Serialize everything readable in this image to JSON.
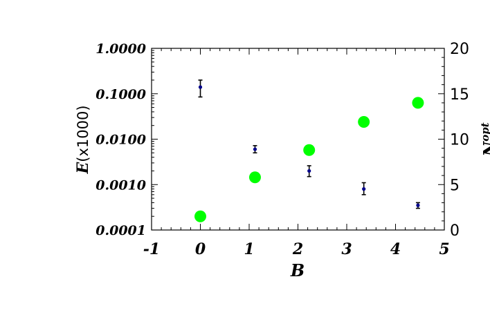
{
  "chart_data": {
    "type": "scatter",
    "xlabel": "B",
    "ylabel_left_var": "E",
    "ylabel_left_unit": "(x1000)",
    "ylabel_right_var": "N",
    "ylabel_right_sup": "opt",
    "xlim": [
      -1,
      5
    ],
    "x_ticks": [
      "-1",
      "0",
      "1",
      "2",
      "3",
      "4",
      "5"
    ],
    "y_left_scale": "log",
    "y_left_lim": [
      0.0001,
      1.0
    ],
    "y_left_ticks": [
      "1.0000",
      "0.1000",
      "0.0100",
      "0.0010",
      "0.0001"
    ],
    "y_right_lim": [
      0,
      20
    ],
    "y_right_ticks": [
      "20",
      "15",
      "10",
      "5",
      "0"
    ],
    "grid": false,
    "series": [
      {
        "axis": "left",
        "marker": "small-dot-errorbar",
        "color": "#00008b",
        "x": [
          0,
          1.12,
          2.23,
          3.35,
          4.46
        ],
        "y": [
          0.14,
          0.006,
          0.002,
          0.0008,
          0.00035
        ],
        "y_err_low": [
          0.085,
          0.005,
          0.0015,
          0.0006,
          0.0003
        ],
        "y_err_high": [
          0.2,
          0.0072,
          0.0026,
          0.0011,
          0.0004
        ]
      },
      {
        "axis": "right",
        "marker": "large-circle",
        "color": "#00ff00",
        "x": [
          0,
          1.12,
          2.23,
          3.35,
          4.46
        ],
        "y": [
          1.5,
          5.8,
          8.8,
          11.9,
          14.0
        ]
      }
    ]
  }
}
